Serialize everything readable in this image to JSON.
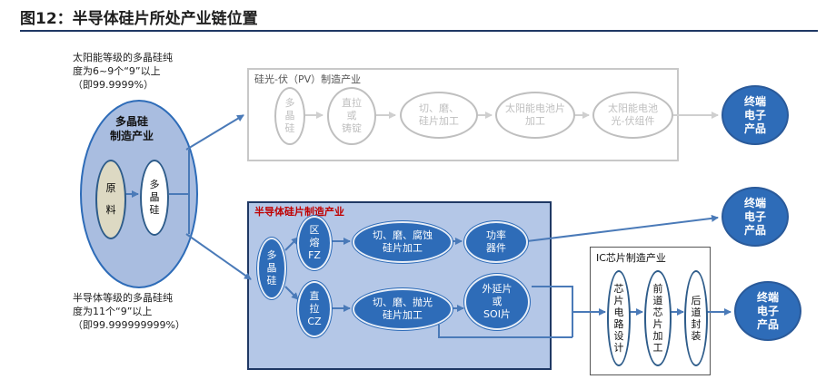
{
  "figure_title": "图12：半导体硅片所处产业链位置",
  "notes": {
    "pv_purity": "太阳能等级的多晶硅纯\n度为6~9个“9”以上\n（即99.9999%）",
    "semi_purity": "半导体等级的多晶硅纯\n度为11个“9”以上\n（即99.999999999%）"
  },
  "polysilicon": {
    "title": "多晶硅\n制造产业",
    "raw": "原\n\n料",
    "poly": "多\n晶\n硅"
  },
  "pv_chain": {
    "title": "硅光-伏（PV）制造产业",
    "steps": [
      "多\n晶\n硅",
      "直拉\n或\n铸锭",
      "切、磨、\n硅片加工",
      "太阳能电池片\n加工",
      "太阳能电池\n光-伏组件"
    ]
  },
  "wafer_chain": {
    "title": "半导体硅片制造产业",
    "poly": "多\n晶\n硅",
    "fz": "区\n熔\nFZ",
    "cz": "直\n拉\nCZ",
    "process_fz": "切、磨、腐蚀\n硅片加工",
    "process_cz": "切、磨、抛光\n硅片加工",
    "power": "功率\n器件",
    "epi": "外延片\n或\nSOI片"
  },
  "ic_chain": {
    "title": "IC芯片制造产业",
    "design": "芯\n片\n电\n路\n设\n计",
    "front": "前\n道\n芯\n片\n加\n工",
    "back": "后\n道\n封\n装"
  },
  "terminals": [
    "终端\n电子\n产品",
    "终端\n电子\n产品",
    "终端\n电子\n产品"
  ],
  "colors": {
    "accent": "#2e6cb8",
    "panel": "#b4c7e7",
    "ellipse_bg": "#a9bde0",
    "raw_fill": "#ddd9c3",
    "wafer_title": "#c00000",
    "pv_gray": "#bfbfbf",
    "arrow": "#4a7ab8"
  }
}
